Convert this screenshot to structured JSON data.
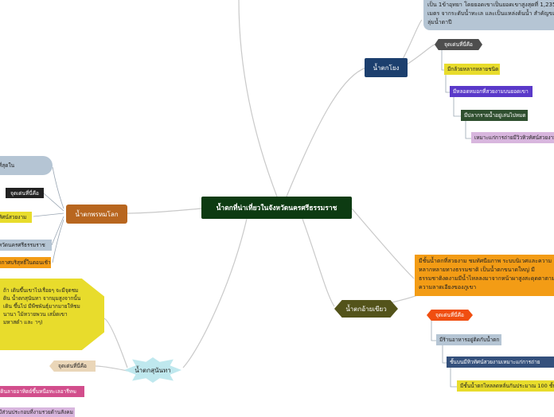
{
  "center": {
    "title": "น้ำตกที่น่าเที่ยวในจังหวัดนครศรีธรรมราช"
  },
  "branches": {
    "top_right": {
      "label": "น้ำตกโยง",
      "description": "เป็น 1ข้าอุทยา โดยยอดเขาเป็นยอดเขาสูงสุดที่ 1,235 เมตร จากระดับน้ำทะเล และเป็นแหล่งต้นน้ำ สำคัญของลุ่มน้ำตาปี",
      "highlight_header": "จุดเด่นที่นี่คือ",
      "items": [
        "มีกล้วยหลากหลายชนิด",
        "มีหลอดหมอกที่สวยงามบนยอดเขา",
        "มีปลากรายน้ำอยู่เล่นไปหมด",
        "เหมาะแก่การถ่ายมีวิวทิวทัศน์สวยงาม"
      ]
    },
    "bottom_right": {
      "label": "น้ำตกอ้ายเขียว",
      "description": "มีชั้นน้ำตกที่สวยงาม ชมทัศนียภาพ ระบบนิเวศและความหลากหลายทางธรรมชาติ เป็นน้ำตกขนาดใหญ่ มีธรรมชาติงดงามมีน้ำไหลลงมาจากหน้าผาสูงสะดุดตาตามความลาดเอียงของภูเขา",
      "highlight_header": "จุดเด่นที่นี่คือ",
      "items": [
        "มีร้านอาหารอยู่ติดกับน้ำตก",
        "ชั้นบนมีทิวทัศน์สวยงามเหมาะแก่การถ่าย",
        "มีชั้นน้ำตกไหลลดหลั่นกันประมาณ 100 ชั้น"
      ]
    },
    "left": {
      "label": "น้ำตกพรหมโลก",
      "items": [
        "ที่สุดใน",
        "จุดเด่นที่นี่คือ",
        "ทัศน์สวยงาม",
        "หวัดนครศรีธรรมราช",
        "ากาศบริสุทธิ์ในตอนเช้า"
      ]
    },
    "bottom_left": {
      "label": "น้ำตกสุนันทา",
      "description": "ถ้า เดินขึ้นเขาไปเรื่อยๆ จะมีจุดชม ดิน น้ำตกสุนันทา จากมุมสูงจากนั้นเดิน ขึ้นไป มีพืชพันธุ์มากมายให้ชมนานา ไม้หวายพวน เสม็ดเขา มหาสดำ และ าๆ)",
      "highlight_header": "จุดเด่นที่นี่คือ",
      "items": [
        "เดินลายอาทิตย์ขึ้นหนือทะเลอารีทฆ",
        "มีส่วนประกอบที่งามรวยด้านสังคม"
      ]
    }
  },
  "colors": {
    "center_bg": "#0d3b12",
    "top_right_bg": "#1c3f6e",
    "bottom_right_bg": "#53531a",
    "left_bg": "#b8661f",
    "bottom_left_bg": "#bfe8ee",
    "yellow": "#e8dc2c",
    "purple": "#5a39c9",
    "dark_green": "#2f4f2f",
    "lilac": "#d8b6de",
    "light_blue": "#b5c5d4",
    "navy": "#34507c",
    "orange": "#f39c15",
    "orange_red": "#f04e10",
    "gray_hex": "#4e4e4e",
    "tan": "#ead6b8",
    "pink": "#d24e8c"
  }
}
